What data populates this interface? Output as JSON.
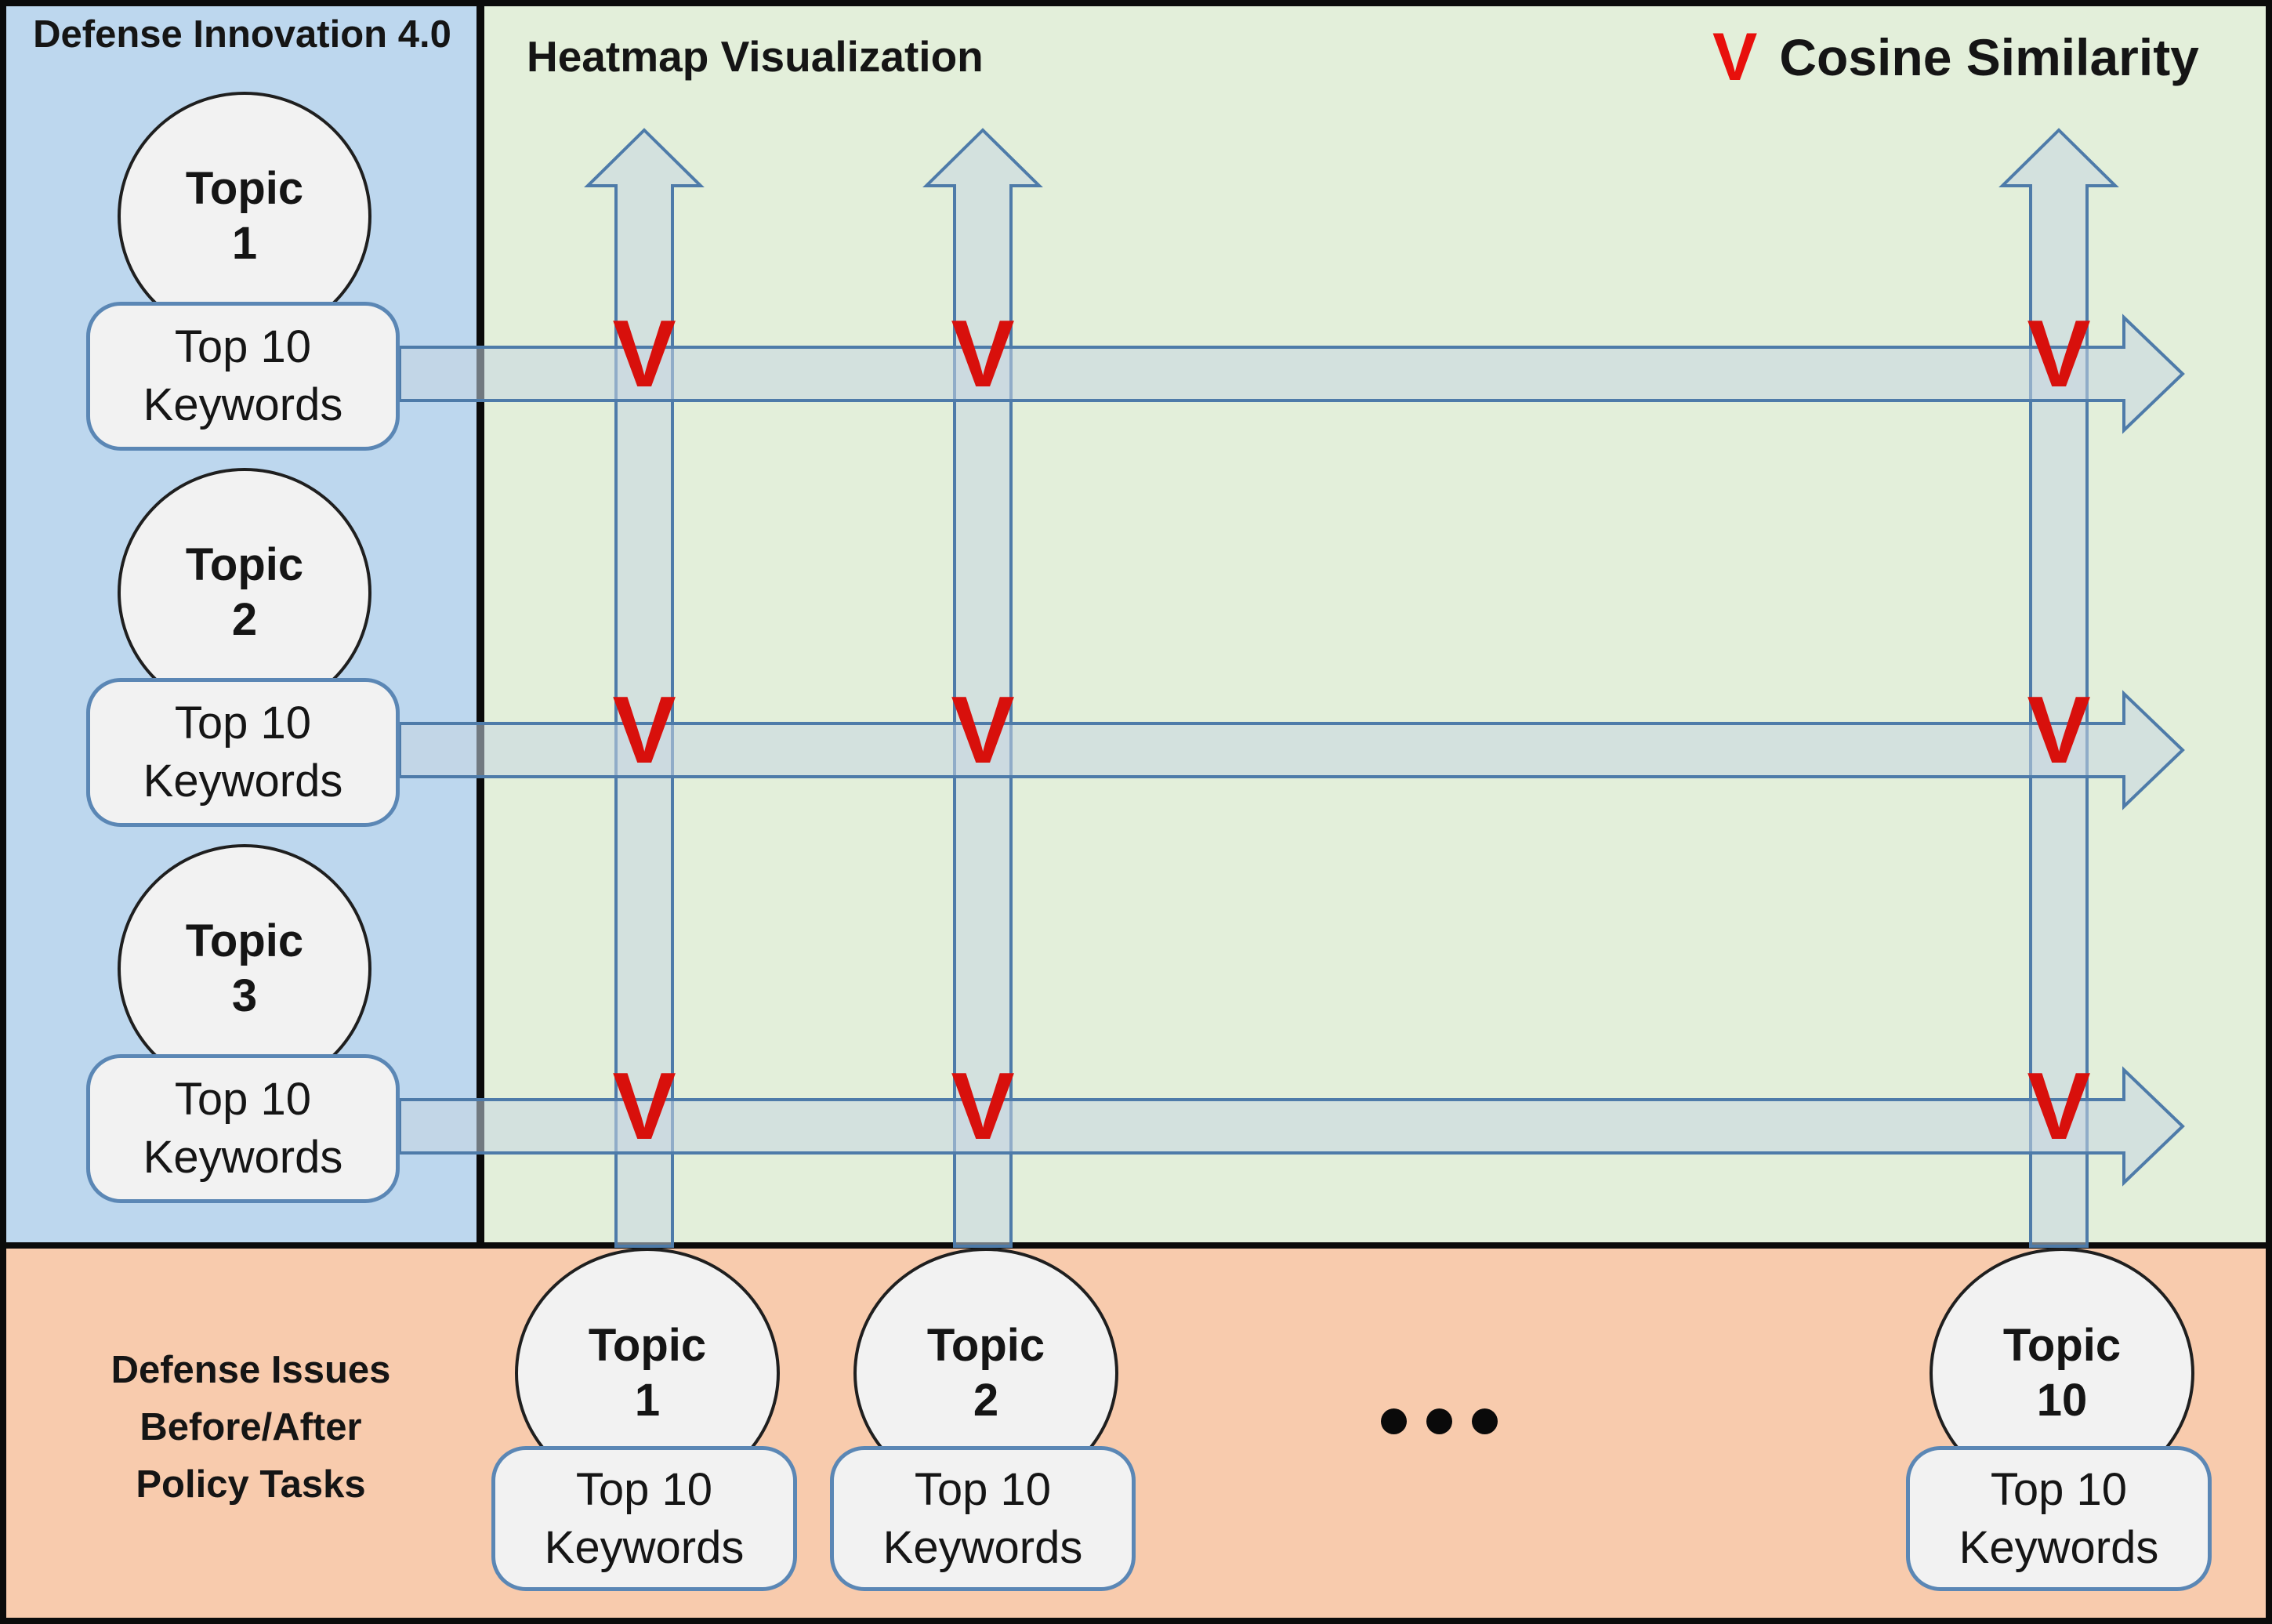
{
  "left_panel": {
    "title": "Defense Innovation 4.0",
    "topics": [
      {
        "name": "Topic",
        "number": "1",
        "kw1": "Top 10",
        "kw2": "Keywords"
      },
      {
        "name": "Topic",
        "number": "2",
        "kw1": "Top 10",
        "kw2": "Keywords"
      },
      {
        "name": "Topic",
        "number": "3",
        "kw1": "Top 10",
        "kw2": "Keywords"
      }
    ]
  },
  "main_panel": {
    "title": "Heatmap Visualization"
  },
  "legend": {
    "mark": "V",
    "label": "Cosine Similarity"
  },
  "bottom_panel": {
    "label_line1": "Defense Issues",
    "label_line2": "Before/After",
    "label_line3": "Policy Tasks",
    "topics": [
      {
        "name": "Topic",
        "number": "1",
        "kw1": "Top 10",
        "kw2": "Keywords"
      },
      {
        "name": "Topic",
        "number": "2",
        "kw1": "Top 10",
        "kw2": "Keywords"
      },
      {
        "name": "Topic",
        "number": "10",
        "kw1": "Top 10",
        "kw2": "Keywords"
      }
    ]
  },
  "colors": {
    "left_panel_bg": "#bdd7ee",
    "main_panel_bg": "#e3efda",
    "bottom_panel_bg": "#f8cbad",
    "shape_fill": "#f2f2f2",
    "box_border": "#5b87b5",
    "arrow_fill": "rgba(198,214,226,0.55)",
    "arrow_stroke": "#4e7ba9",
    "mark_red": "#d8100c"
  }
}
